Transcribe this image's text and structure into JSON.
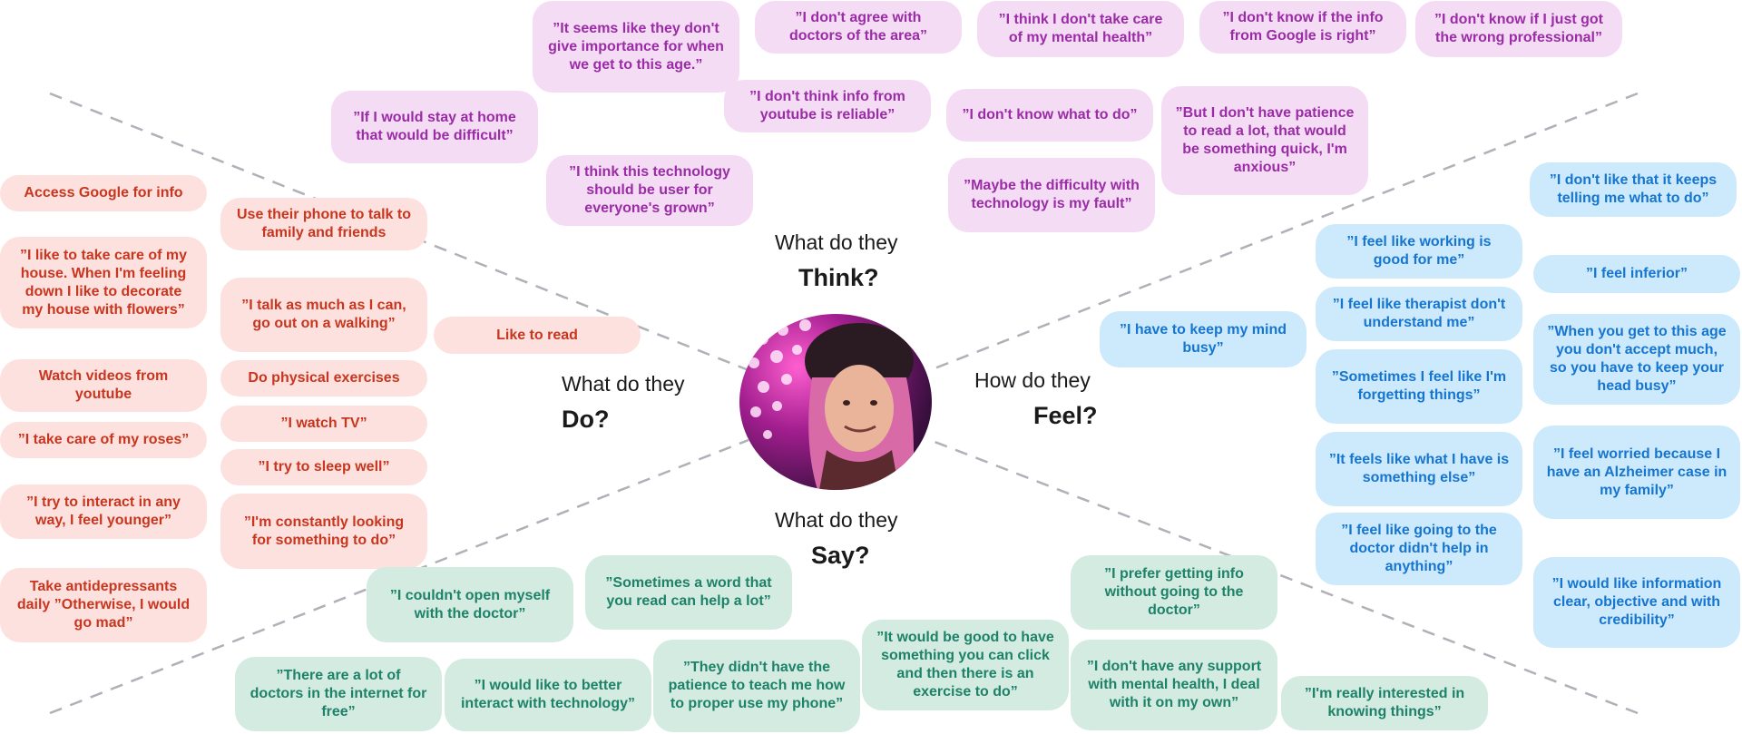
{
  "quadrants": {
    "think": {
      "question": "What do they",
      "word": "Think?"
    },
    "do": {
      "question": "What do they",
      "word": "Do?"
    },
    "feel": {
      "question": "How do they",
      "word": "Feel?"
    },
    "say": {
      "question": "What do they",
      "word": "Say?"
    }
  },
  "portrait": {
    "icon": "person-photo"
  },
  "colors": {
    "think_bg": "#f5dcf5",
    "think_text": "#9a2ca6",
    "do_bg": "#fde1de",
    "do_text": "#c8361f",
    "feel_bg": "#cde9fc",
    "feel_text": "#1676cf",
    "say_bg": "#d3ebe1",
    "say_text": "#1e8268",
    "divider": "#b0b0b8"
  },
  "think": [
    "”It seems like they don't give importance for when we get to this age.”",
    "”I don't agree with doctors of the area”",
    "”I think I don't take care of my mental health”",
    "”I don't know if the info from Google is right”",
    "”I don't know if I just got the wrong professional”",
    "”If I would stay at home that would be difficult”",
    "”I don't think info from youtube is reliable”",
    "”I don't know what to do”",
    "”But I don't have patience to read a lot, that would be something quick, I'm anxious”",
    "”I think this technology should be user for everyone's grown”",
    "”Maybe the difficulty with technology is my fault”"
  ],
  "do": [
    "Access Google for info",
    "Use their phone to talk to family and friends",
    "”I like to take care of my house. When I'm feeling down I like to decorate my house with flowers”",
    "”I talk as much as I can, go out on a walking”",
    "Like to read",
    "Watch videos from youtube",
    "Do physical exercises",
    "”I watch TV”",
    "”I take care of my roses”",
    "”I try to sleep well”",
    "”I try to interact in any way, I feel younger”",
    "”I'm constantly looking for something to do”",
    "Take antidepressants daily ”Otherwise, I would go mad”"
  ],
  "feel": [
    "”I don't like that it keeps telling me what to do”",
    "”I feel like working is good for me”",
    "”I feel inferior”",
    "”I feel like therapist don't understand me”",
    "”I have to keep my mind busy”",
    "”When you get to this age you don't accept much, so you have to keep your head busy”",
    "”Sometimes I feel like I'm forgetting things”",
    "”It feels like what I have is something else”",
    "”I feel worried because I have an Alzheimer case in my family”",
    "”I feel like going to the doctor didn't help in anything”",
    "”I would like information clear, objective and with credibility”"
  ],
  "say": [
    "”I couldn't open myself with the doctor”",
    "”Sometimes a word that you read can help a lot”",
    "”I prefer getting info without going to the doctor”",
    "”It would be good to have something you can click and then there is an exercise to do”",
    "”There are a lot of doctors in the internet for free”",
    "”I would like to better interact with technology”",
    "”They didn't have the patience to teach me how to proper use my phone”",
    "”I don't have any support with mental health, I deal with it on my own”",
    "”I'm really interested in knowing things”"
  ]
}
